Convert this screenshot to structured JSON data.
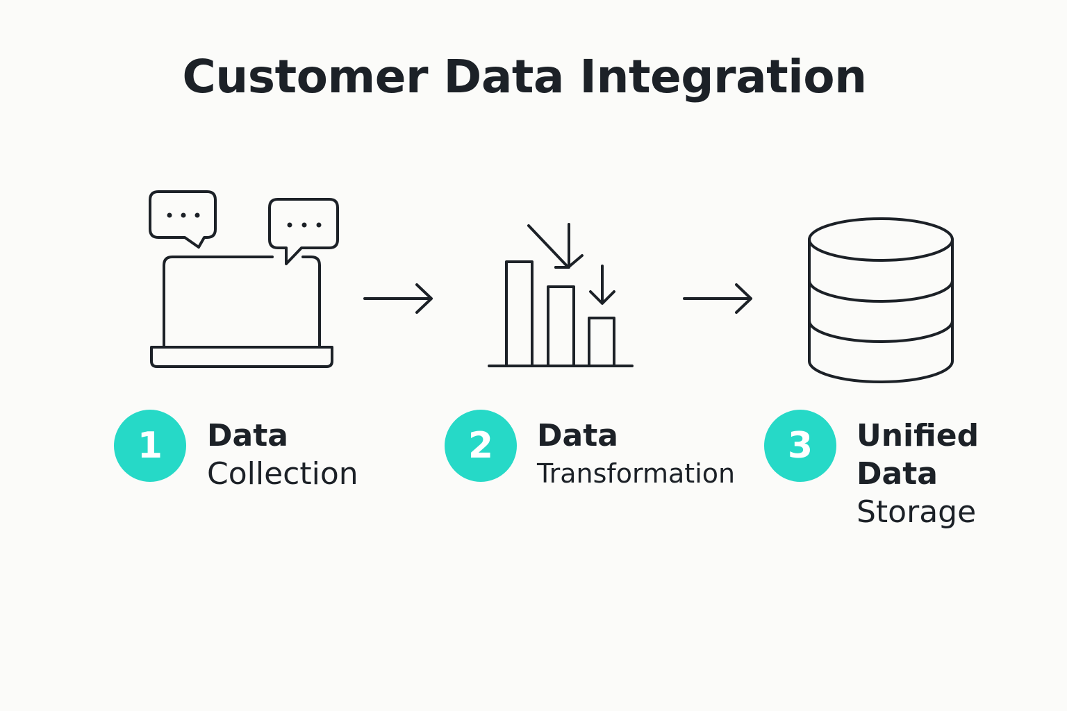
{
  "title": "Customer Data Integration",
  "accent_color": "#26d9c7",
  "text_color": "#1c2127",
  "steps": [
    {
      "number": "1",
      "title_lines": [
        "Data"
      ],
      "subtitle": "Collection",
      "icon": "laptop-with-chat-bubbles-icon"
    },
    {
      "number": "2",
      "title_lines": [
        "Data"
      ],
      "subtitle": "Transformation",
      "icon": "bar-chart-with-down-arrows-icon"
    },
    {
      "number": "3",
      "title_lines": [
        "Unified",
        "Data"
      ],
      "subtitle": "Storage",
      "icon": "database-icon"
    }
  ],
  "connectors": [
    "right-arrow-icon",
    "right-arrow-icon"
  ]
}
